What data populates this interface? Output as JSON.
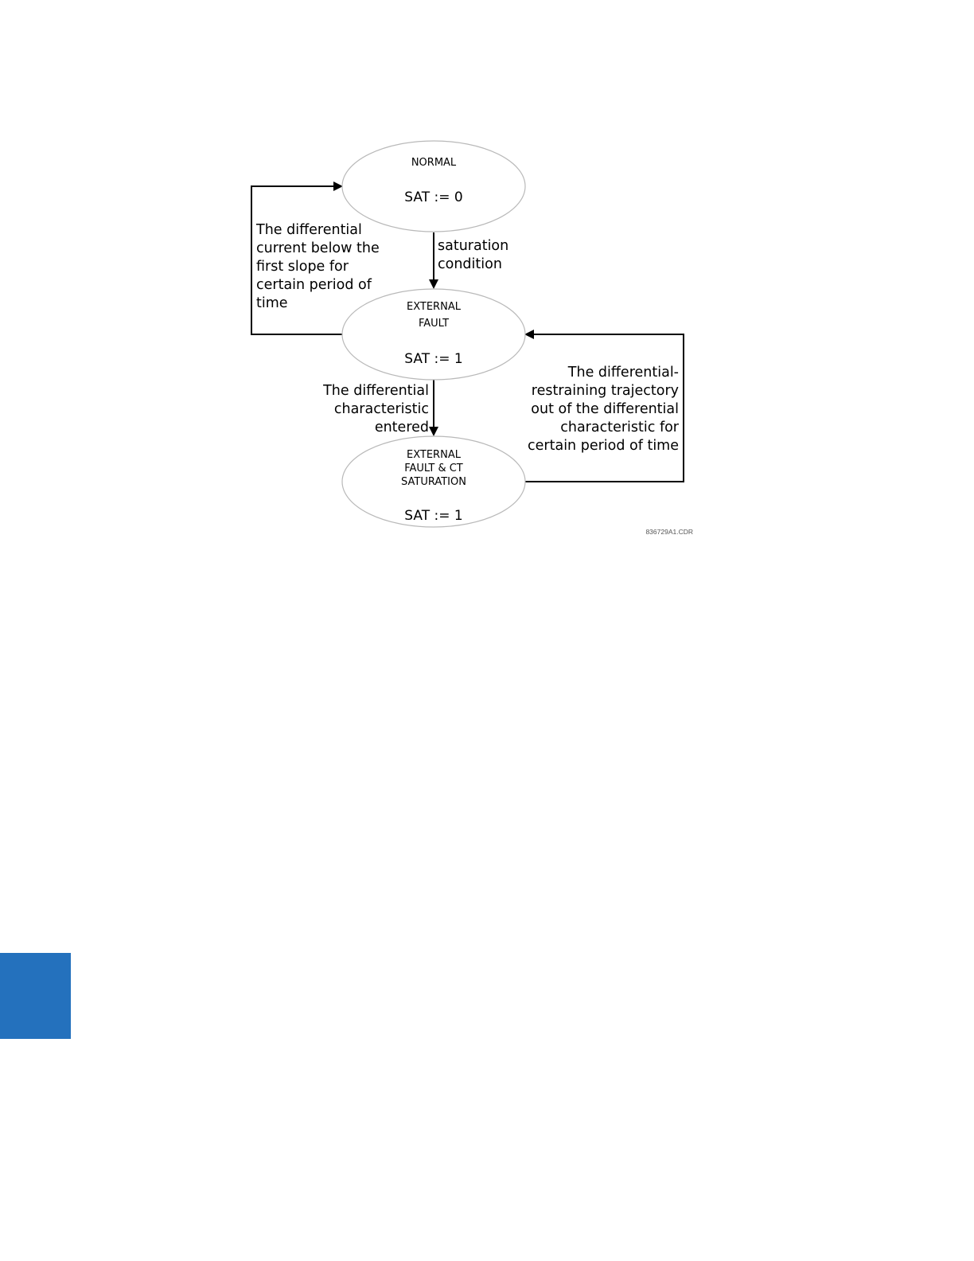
{
  "diagram": {
    "states": {
      "normal": {
        "title_lines": [
          "NORMAL"
        ],
        "sat": "SAT := 0"
      },
      "external_fault": {
        "title_lines": [
          "EXTERNAL",
          "FAULT"
        ],
        "sat": "SAT := 1"
      },
      "external_fault_ct_saturation": {
        "title_lines": [
          "EXTERNAL",
          "FAULT & CT",
          "SATURATION"
        ],
        "sat": "SAT := 1"
      }
    },
    "transitions": {
      "saturation_condition": {
        "lines": [
          "saturation",
          "condition"
        ]
      },
      "differential_current_below": {
        "lines": [
          "The differential",
          "current below the",
          "first slope for",
          "certain period of",
          "time"
        ]
      },
      "differential_characteristic_entered": {
        "lines": [
          "The differential",
          "characteristic",
          "entered"
        ]
      },
      "trajectory_out": {
        "lines": [
          "The differential-",
          "restraining trajectory",
          "out of the differential",
          "characteristic for",
          "certain period of time"
        ]
      }
    },
    "figure_id": "836729A1.CDR"
  },
  "colors": {
    "side_tab": "#2471bd",
    "ellipse_stroke": "#b9b9b9",
    "line": "#000000"
  }
}
